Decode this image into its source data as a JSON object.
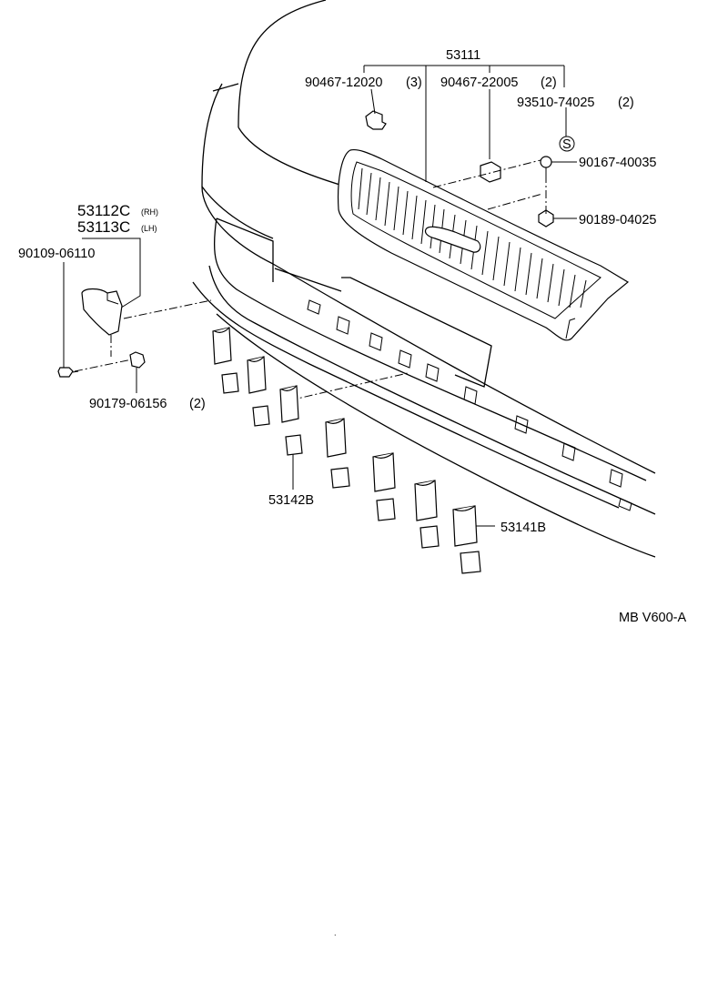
{
  "diagram_code": "MB V600-A",
  "callouts": {
    "grille_assembly": "53111",
    "clip_left": "90467-12020",
    "clip_left_qty": "(3)",
    "clip_right": "90467-22005",
    "clip_right_qty": "(2)",
    "emblem_part": "93510-74025",
    "emblem_qty": "(2)",
    "emblem_symbol": "S",
    "screw_right": "90167-40035",
    "nut_right": "90189-04025",
    "bracket_rh": "53112C",
    "bracket_rh_suffix": "(RH)",
    "bracket_lh": "53113C",
    "bracket_lh_suffix": "(LH)",
    "bracket_screw": "90109-06110",
    "bracket_nut": "90179-06156",
    "bracket_nut_qty": "(2)",
    "retainer_small": "53142B",
    "retainer_large": "53141B"
  }
}
